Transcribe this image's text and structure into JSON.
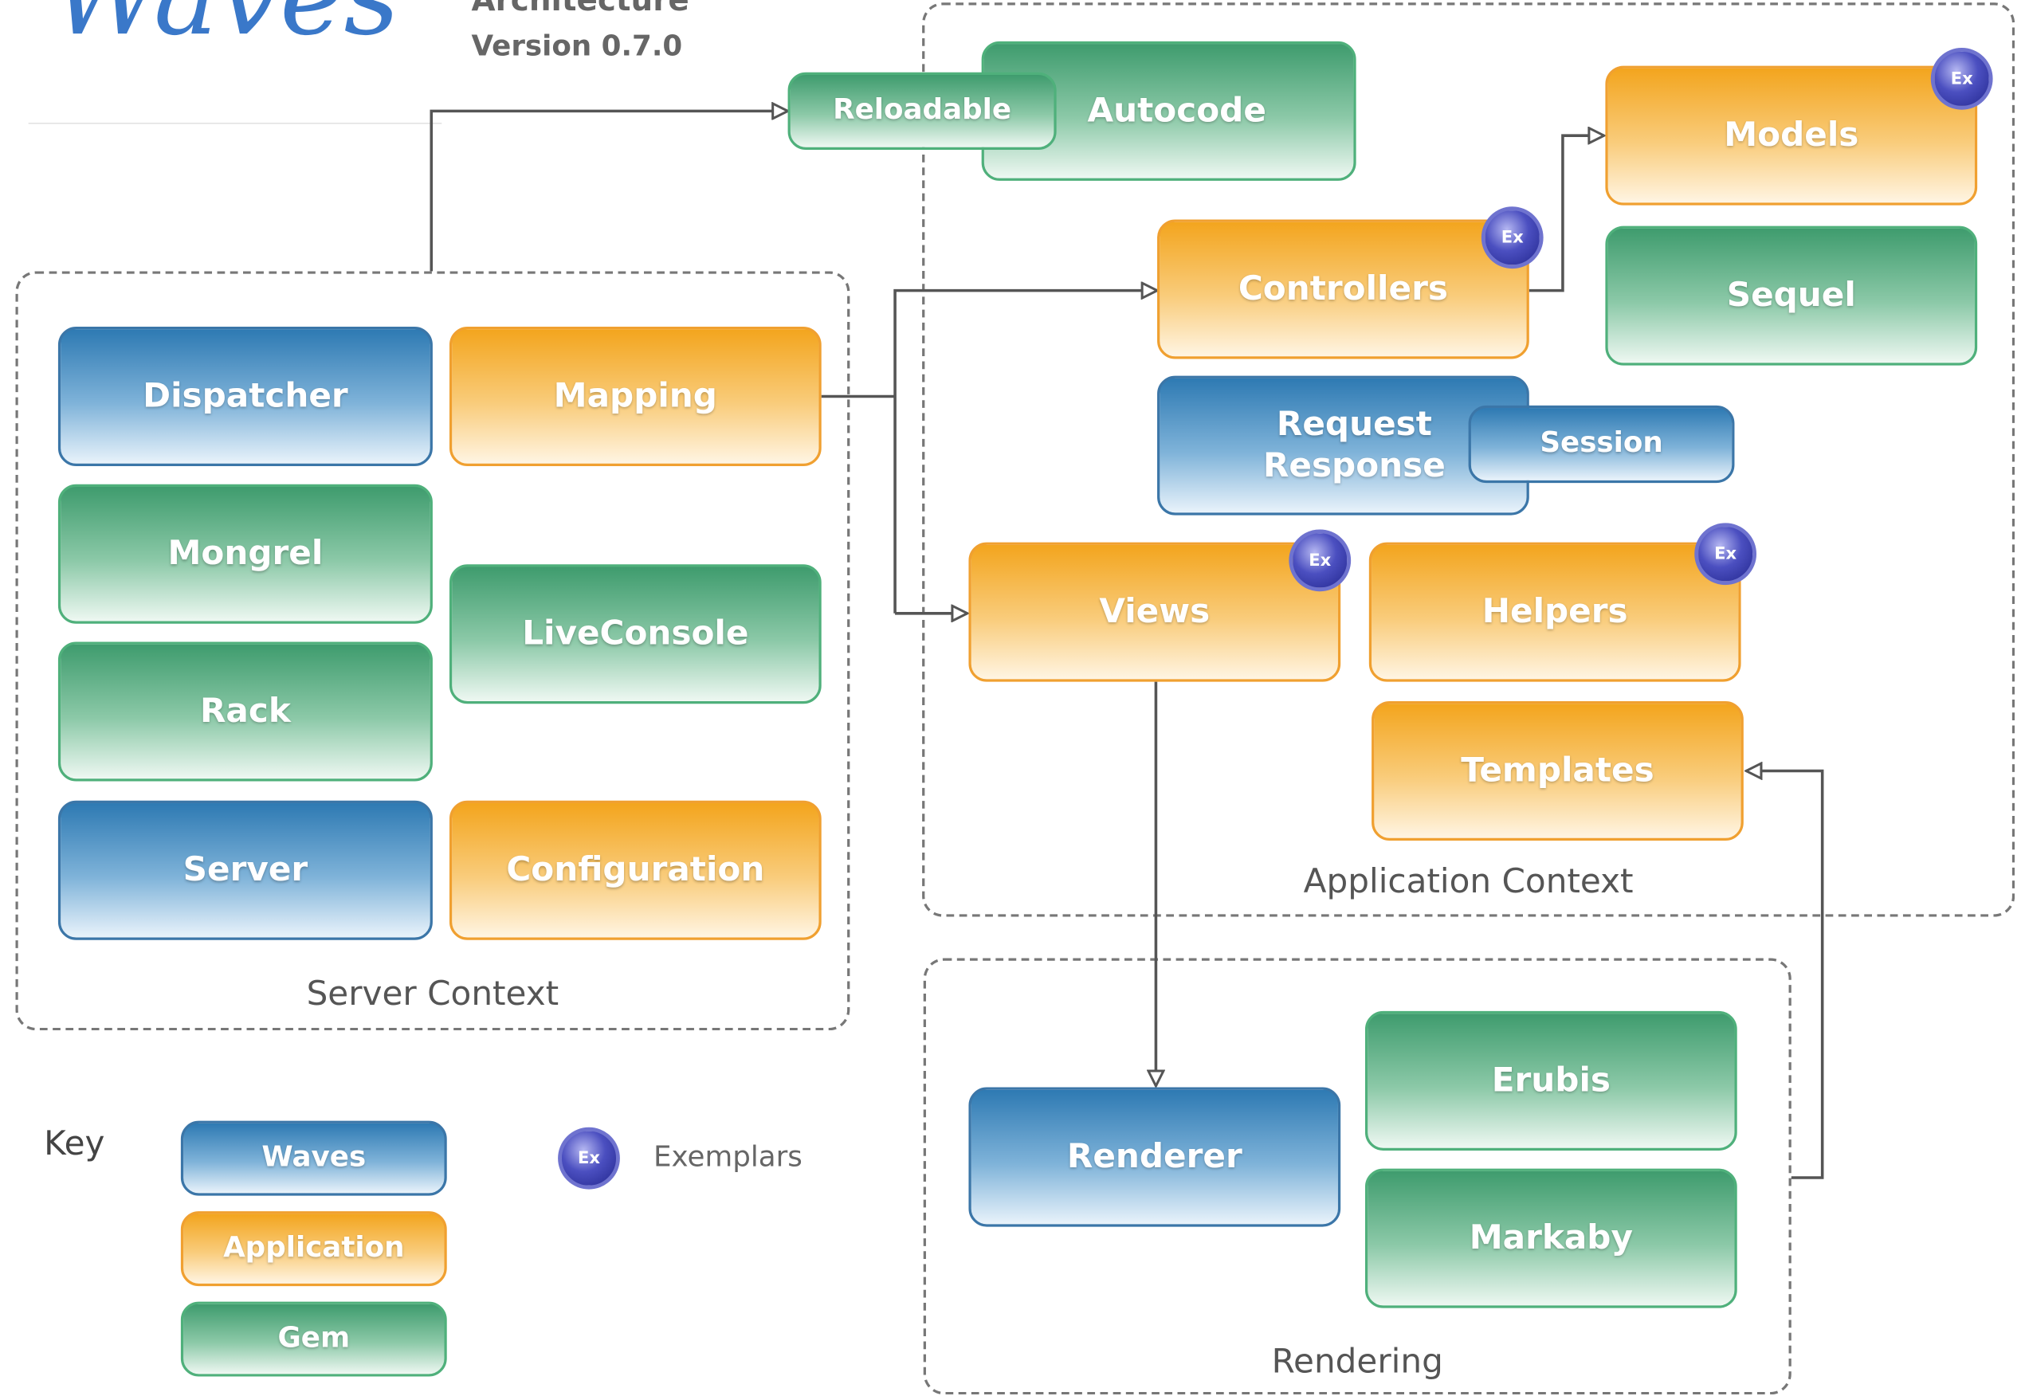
{
  "header": {
    "logo_text": "Waves",
    "subtitle": "Architecture",
    "version": "Version 0.7.0"
  },
  "contexts": {
    "server": "Server Context",
    "application": "Application Context",
    "rendering": "Rendering"
  },
  "components": {
    "dispatcher": "Dispatcher",
    "mapping": "Mapping",
    "mongrel": "Mongrel",
    "liveconsole": "LiveConsole",
    "rack": "Rack",
    "server": "Server",
    "configuration": "Configuration",
    "reloadable": "Reloadable",
    "autocode": "Autocode",
    "models": "Models",
    "sequel": "Sequel",
    "controllers": "Controllers",
    "request_response": "Request\nResponse",
    "session": "Session",
    "views": "Views",
    "helpers": "Helpers",
    "templates": "Templates",
    "renderer": "Renderer",
    "erubis": "Erubis",
    "markaby": "Markaby"
  },
  "exemplar_badge": "Ex",
  "key": {
    "title": "Key",
    "waves": "Waves",
    "application": "Application",
    "gem": "Gem",
    "exemplars": "Exemplars"
  },
  "colors": {
    "waves": "#2e7ab3",
    "application": "#f3a51e",
    "gem": "#3f9c6e",
    "exemplar": "#4b4fc0"
  }
}
